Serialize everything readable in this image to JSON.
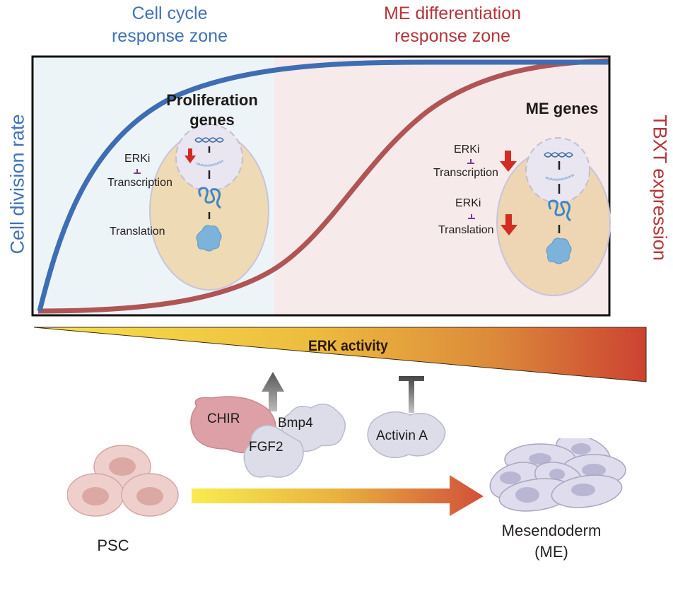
{
  "figure": {
    "zones": {
      "left": {
        "title_line1": "Cell cycle",
        "title_line2": "response zone",
        "color": "#3f72b8",
        "background": "#edf4f8"
      },
      "right": {
        "title_line1": "ME differentiation",
        "title_line2": "response zone",
        "color": "#b5353a",
        "background": "#f6eaea"
      }
    },
    "axes": {
      "left_label": "Cell division rate",
      "left_color": "#3f72b8",
      "right_label": "TBXT expression",
      "right_color": "#b5353a"
    },
    "curves": {
      "cell_division": {
        "color": "#3e6db3",
        "shape": "saturating rise, plateau reached within left zone"
      },
      "tbxt": {
        "color": "#b05556",
        "shape": "sigmoid rising across right zone"
      }
    },
    "left_panel": {
      "title_line1": "Proliferation",
      "title_line2": "genes",
      "inhibitor": "ERKi",
      "step1": "Transcription",
      "step2": "Translation"
    },
    "right_panel": {
      "title": "ME genes",
      "inhibitor1": "ERKi",
      "step1": "Transcription",
      "inhibitor2": "ERKi",
      "step2": "Translation"
    },
    "erk": {
      "label": "ERK activity",
      "gradient_start": "#f5e04a",
      "gradient_mid": "#e9a53c",
      "gradient_end": "#cf4533"
    },
    "factors": {
      "activators": [
        "CHIR",
        "Bmp4",
        "FGF2"
      ],
      "inhibitor": "Activin A",
      "activator_effect": "up-arrow",
      "inhibitor_effect": "inhibition-bar"
    },
    "cells": {
      "start": "PSC",
      "end_line1": "Mesendoderm",
      "end_line2": "(ME)"
    }
  }
}
